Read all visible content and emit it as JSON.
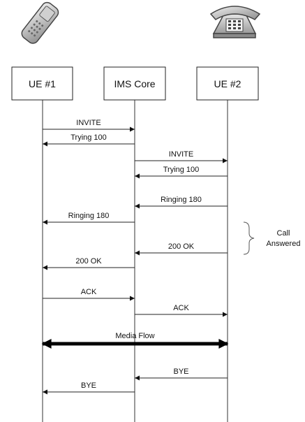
{
  "participants": [
    {
      "label": "UE #1",
      "icon": "mobile-phone-icon"
    },
    {
      "label": "IMS Core"
    },
    {
      "label": "UE #2",
      "icon": "desk-telephone-icon"
    }
  ],
  "messages": [
    {
      "label": "INVITE",
      "from": 0,
      "to": 1
    },
    {
      "label": "Trying 100",
      "from": 1,
      "to": 0
    },
    {
      "label": "INVITE",
      "from": 1,
      "to": 2
    },
    {
      "label": "Trying 100",
      "from": 2,
      "to": 1
    },
    {
      "label": "Ringing 180",
      "from": 2,
      "to": 1
    },
    {
      "label": "Ringing 180",
      "from": 1,
      "to": 0
    },
    {
      "label": "200 OK",
      "from": 2,
      "to": 1
    },
    {
      "label": "200 OK",
      "from": 1,
      "to": 0
    },
    {
      "label": "ACK",
      "from": 0,
      "to": 1
    },
    {
      "label": "ACK",
      "from": 1,
      "to": 2
    },
    {
      "label": "Media Flow",
      "from": 0,
      "to": 2,
      "bidirectional": true,
      "bold": true
    },
    {
      "label": "BYE",
      "from": 2,
      "to": 1
    },
    {
      "label": "BYE",
      "from": 1,
      "to": 0
    }
  ],
  "annotation": {
    "line1": "Call",
    "line2": "Answered"
  }
}
